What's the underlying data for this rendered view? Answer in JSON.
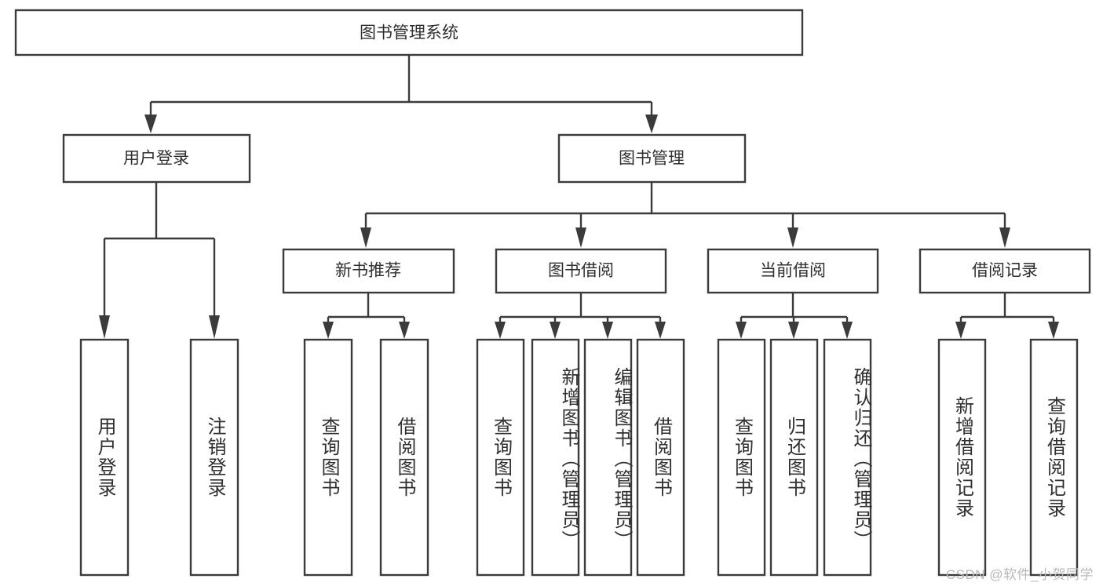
{
  "diagram": {
    "type": "tree-hierarchy-chart",
    "title": "图书管理系统",
    "watermark": "CSDN @软件_小贺同学",
    "colors": {
      "stroke": "#3b3b3b",
      "fill": "#ffffff",
      "text": "#2f2f2f",
      "watermark": "#b9b9b9",
      "background": "#ffffff"
    },
    "root": {
      "label": "图书管理系统"
    },
    "level2": [
      {
        "label": "用户登录"
      },
      {
        "label": "图书管理"
      }
    ],
    "level3": [
      {
        "label": "新书推荐"
      },
      {
        "label": "图书借阅"
      },
      {
        "label": "当前借阅"
      },
      {
        "label": "借阅记录"
      }
    ],
    "leaves": {
      "user_login": [
        {
          "label": "用户登录"
        },
        {
          "label": "注销登录"
        }
      ],
      "new_book_recommend": [
        {
          "label": "查询图书"
        },
        {
          "label": "借阅图书"
        }
      ],
      "book_borrow": [
        {
          "label": "查询图书"
        },
        {
          "label": "新增图书（管理员）"
        },
        {
          "label": "编辑图书（管理员）"
        },
        {
          "label": "借阅图书"
        }
      ],
      "current_borrow": [
        {
          "label": "查询图书"
        },
        {
          "label": "归还图书"
        },
        {
          "label": "确认归还（管理员）"
        }
      ],
      "borrow_records": [
        {
          "label": "新增借阅记录"
        },
        {
          "label": "查询借阅记录"
        }
      ]
    }
  }
}
